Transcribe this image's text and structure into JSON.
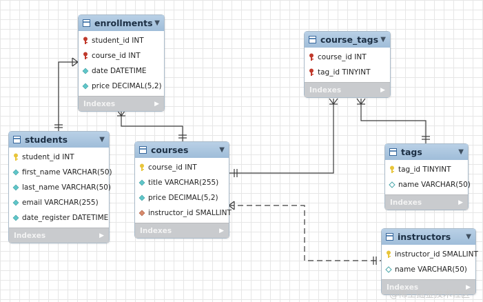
{
  "tables": {
    "enrollments": {
      "name": "enrollments",
      "columns": [
        {
          "text": "student_id INT",
          "key": "fk-pk"
        },
        {
          "text": "course_id INT",
          "key": "fk-pk"
        },
        {
          "text": "date DATETIME",
          "key": "column"
        },
        {
          "text": "price DECIMAL(5,2)",
          "key": "column"
        }
      ],
      "footer": "Indexes"
    },
    "course_tags": {
      "name": "course_tags",
      "columns": [
        {
          "text": "course_id INT",
          "key": "fk-pk"
        },
        {
          "text": "tag_id TINYINT",
          "key": "fk-pk"
        }
      ],
      "footer": "Indexes"
    },
    "students": {
      "name": "students",
      "columns": [
        {
          "text": "student_id INT",
          "key": "pk"
        },
        {
          "text": "first_name VARCHAR(50)",
          "key": "column"
        },
        {
          "text": "last_name VARCHAR(50)",
          "key": "column"
        },
        {
          "text": "email VARCHAR(255)",
          "key": "column"
        },
        {
          "text": "date_register DATETIME",
          "key": "column"
        }
      ],
      "footer": "Indexes"
    },
    "courses": {
      "name": "courses",
      "columns": [
        {
          "text": "course_id INT",
          "key": "pk"
        },
        {
          "text": "title VARCHAR(255)",
          "key": "column"
        },
        {
          "text": "price DECIMAL(5,2)",
          "key": "column"
        },
        {
          "text": "instructor_id SMALLINT",
          "key": "fk"
        }
      ],
      "footer": "Indexes"
    },
    "tags": {
      "name": "tags",
      "columns": [
        {
          "text": "tag_id TINYINT",
          "key": "pk"
        },
        {
          "text": "name VARCHAR(50)",
          "key": "column-nullable"
        }
      ],
      "footer": "Indexes"
    },
    "instructors": {
      "name": "instructors",
      "columns": [
        {
          "text": "instructor_id SMALLINT",
          "key": "pk"
        },
        {
          "text": "name VARCHAR(50)",
          "key": "column-nullable"
        }
      ],
      "footer": "Indexes"
    }
  },
  "relationships": [
    {
      "from": "enrollments",
      "to": "students",
      "style": "solid"
    },
    {
      "from": "enrollments",
      "to": "courses",
      "style": "solid"
    },
    {
      "from": "course_tags",
      "to": "courses",
      "style": "solid"
    },
    {
      "from": "course_tags",
      "to": "tags",
      "style": "solid"
    },
    {
      "from": "courses",
      "to": "instructors",
      "style": "dashed"
    }
  ],
  "watermark": "@稀土掘金技术社区",
  "icons": {
    "table": "table-icon",
    "collapse": "chevron-down-icon",
    "footer_expand": "triangle-right-icon",
    "pk": "key-icon",
    "fk-pk": "red-key-icon",
    "column": "cyan-diamond-icon",
    "column-nullable": "hollow-diamond-icon",
    "fk": "red-diamond-icon"
  },
  "colors": {
    "header": "#a9c5e0",
    "footer": "#c9cbce",
    "pk_key": "#e8c53a",
    "fk_key": "#c0392b",
    "column_diamond": "#5fc6c9",
    "fk_diamond": "#d88a6c",
    "connector": "#3a3a3a"
  }
}
